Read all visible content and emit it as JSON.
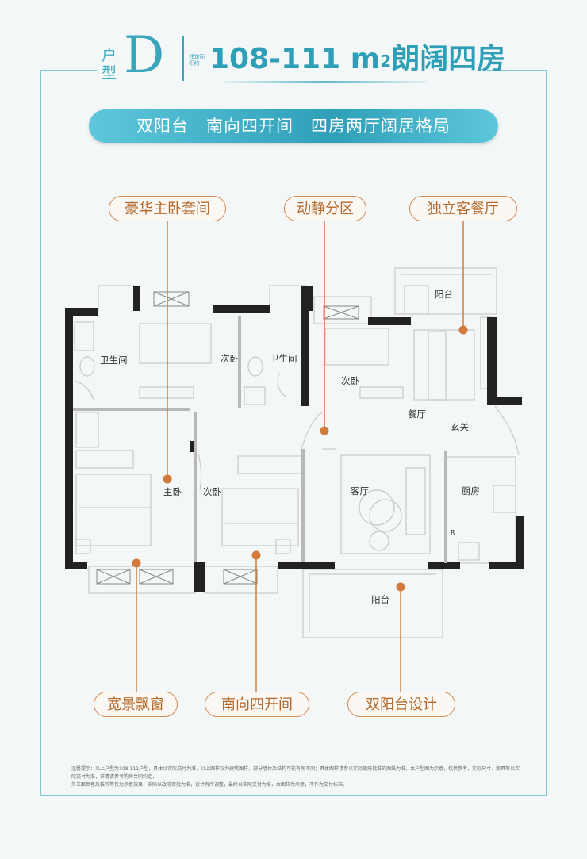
{
  "header": {
    "type_label_1": "户",
    "type_label_2": "型",
    "type_letter": "D",
    "area_label": "建筑面积约",
    "area_value": "108-111 m",
    "area_sup": "2",
    "area_desc": "朗阔四房"
  },
  "banner": {
    "text": "双阳台　南向四开间　四房两厅阔居格局"
  },
  "callouts": {
    "top": [
      "豪华主卧套间",
      "动静分区",
      "独立客餐厅"
    ],
    "bottom": [
      "宽景飘窗",
      "南向四开间",
      "双阳台设计"
    ]
  },
  "rooms": {
    "balcony_ne": "阳台",
    "bath_1": "卫生间",
    "bedroom_2a": "次卧",
    "bath_2": "卫生间",
    "bedroom_2b": "次卧",
    "dining": "餐厅",
    "entry": "玄关",
    "master": "主卧",
    "bedroom_2c": "次卧",
    "living": "客厅",
    "kitchen": "厨房",
    "balcony_s": "阳台",
    "fridge_mark": "R"
  },
  "footnote": "温馨提示：以上户型为108-111户型，具体以实际交付为准，以上图样仅为建筑图样，部分墙体及结构可能有所不同；具体图样请参以实际政府批准的图纸为准。本户型图为示意，仅供参考，实际尺寸、家具等以实际交付为准，详情请参考购房合同约定，\n外立面颜色及装饰等仅为示意效果，实际以政府审批为准，设计有所调整，最终以实际交付为准，本图样为示意，不作为交付标准。",
  "colors": {
    "accent_teal": "#3aa6bc",
    "callout_orange": "#d27a3c",
    "wall": "#222222",
    "frame": "#7fc8d6"
  }
}
